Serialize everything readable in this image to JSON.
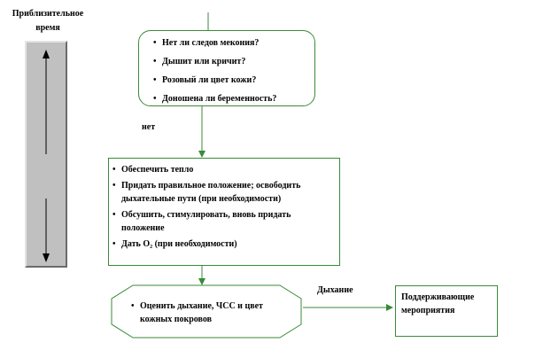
{
  "time_label": "Приблизительное время",
  "box1": {
    "items": [
      "Нет ли следов мекония?",
      "Дышит или кричит?",
      "Розовый ли цвет кожи?",
      "Доношена ли беременность?"
    ]
  },
  "label_no": "нет",
  "box2": {
    "items": [
      "Обеспечить тепло",
      "Придать правильное положение;  освободить дыхательные  пути (при необходимости)",
      "Обсушить, стимулировать, вновь придать положение",
      "Дать O₂ (при необходимости)"
    ]
  },
  "box3": {
    "items": [
      "Оценить дыхание,  ЧСС и цвет кожных покровов"
    ]
  },
  "label_breathing": "Дыхание",
  "box4": {
    "text": "Поддерживающие мероприятия"
  },
  "colors": {
    "arrow": "#3a8a3a",
    "border": "#3a8a3a",
    "bar": "#c0c0c0"
  }
}
